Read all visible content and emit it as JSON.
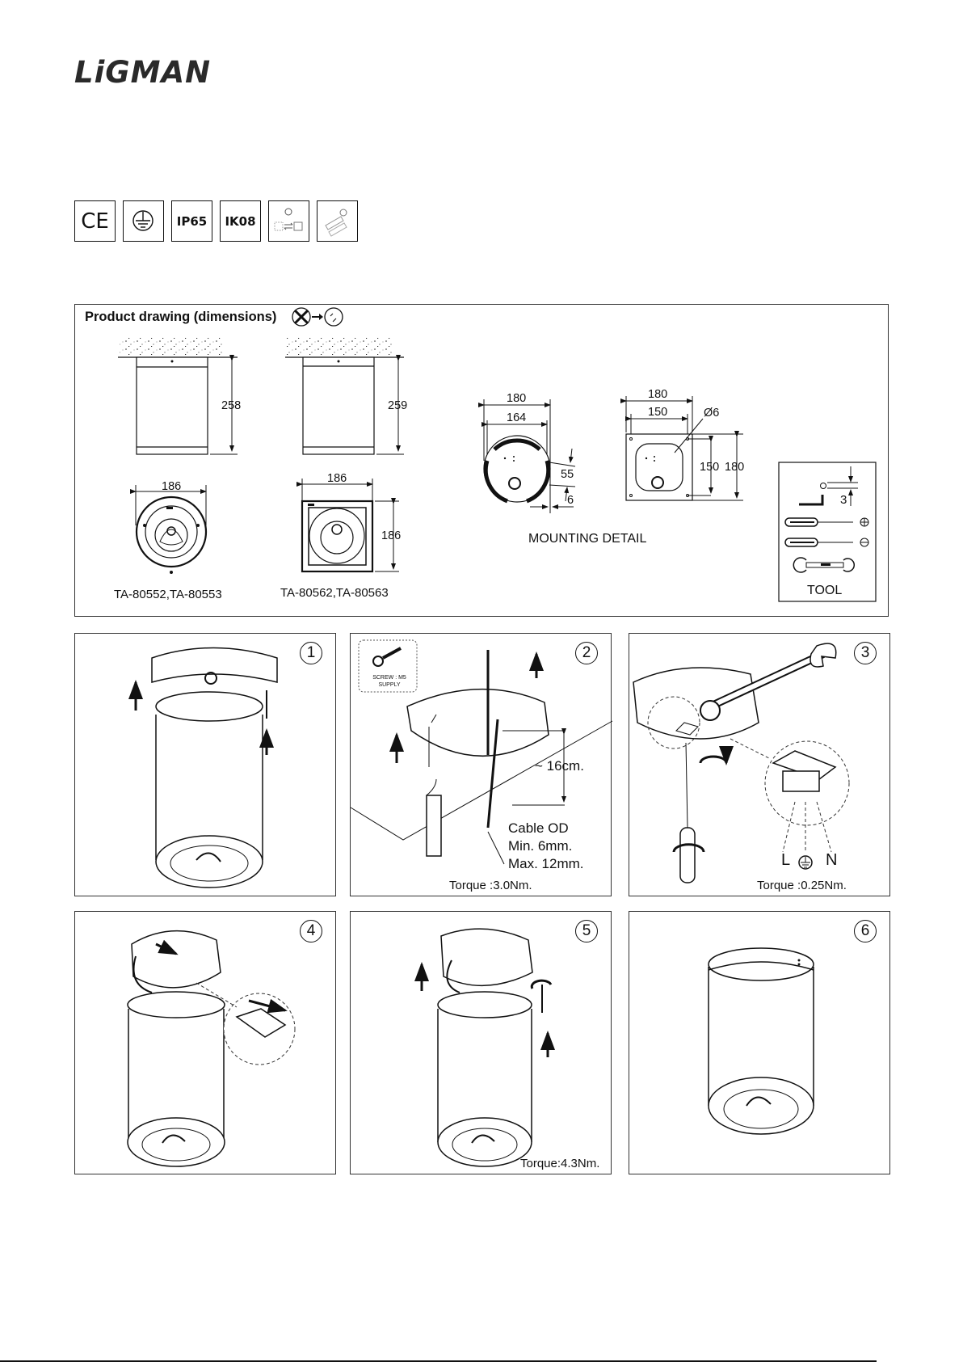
{
  "brand": {
    "logo_text": "LiGMAN"
  },
  "certifications": [
    {
      "label": "CE",
      "icon": "ce-mark-icon"
    },
    {
      "label": "",
      "icon": "earth-ground-icon"
    },
    {
      "label": "IP65",
      "icon": "ip65-badge"
    },
    {
      "label": "IK08",
      "icon": "ik08-badge"
    },
    {
      "label": "",
      "icon": "led-replaceable-by-professional-icon"
    },
    {
      "label": "",
      "icon": "driver-replaceable-by-professional-icon"
    }
  ],
  "product_drawing": {
    "title": "Product drawing (dimensions)",
    "title_icons": [
      "no-light-transmit-icon",
      "arrow-right-icon",
      "glass-icon"
    ],
    "round_model": {
      "height": "258",
      "diameter": "186",
      "models": "TA-80552,TA-80553"
    },
    "square_model": {
      "height": "259",
      "width": "186",
      "depth": "186",
      "models": "TA-80562,TA-80563"
    },
    "mounting": {
      "label": "MOUNTING DETAIL",
      "round": {
        "outer": "180",
        "inner": "164",
        "slot": "55",
        "slot_width": "6"
      },
      "square": {
        "outer_w": "180",
        "inner_w": "150",
        "hole": "Ø6",
        "inner_h": "150",
        "outer_h": "180"
      }
    },
    "tools": {
      "label": "TOOL",
      "hex_key_size": "3",
      "items": [
        "hex-key-icon",
        "phillips-screwdriver-icon",
        "flat-screwdriver-icon",
        "wrench-icon"
      ]
    }
  },
  "steps": [
    {
      "number": "1",
      "notes": []
    },
    {
      "number": "2",
      "screw_box": {
        "line1": "SCREW : M5",
        "line2": "SUPPLY"
      },
      "cable_length": "~ 16cm.",
      "cable_od": [
        "Cable OD",
        "Min. 6mm.",
        "Max. 12mm."
      ],
      "torque": "Torque :3.0Nm."
    },
    {
      "number": "3",
      "terminals": {
        "live": "L",
        "neutral": "N"
      },
      "torque": "Torque :0.25Nm."
    },
    {
      "number": "4"
    },
    {
      "number": "5",
      "torque": "Torque:4.3Nm."
    },
    {
      "number": "6"
    }
  ]
}
